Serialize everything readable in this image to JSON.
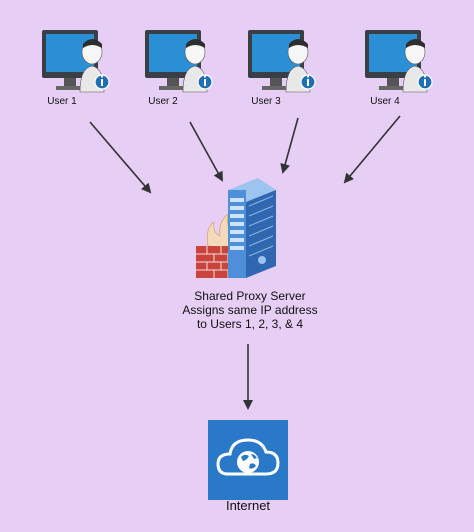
{
  "colors": {
    "background": "#e6cef5",
    "monitor_bezel": "#3a3f45",
    "monitor_screen": "#2b8fd6",
    "server_blue": "#3e7fd0",
    "firewall_red": "#c8443c",
    "internet_tile": "#2a78c8",
    "info_badge": "#1f6fb5",
    "arrow": "#333333"
  },
  "users": [
    {
      "label": "User 1"
    },
    {
      "label": "User 2"
    },
    {
      "label": "User 3"
    },
    {
      "label": "User 4"
    }
  ],
  "proxy": {
    "line1": "Shared Proxy Server",
    "line2": "Assigns same IP address",
    "line3": "to Users 1, 2, 3, & 4",
    "icons": [
      "firewall-icon",
      "server-rack-icon"
    ]
  },
  "internet": {
    "label": "Internet",
    "icon": "cloud-globe-icon"
  }
}
